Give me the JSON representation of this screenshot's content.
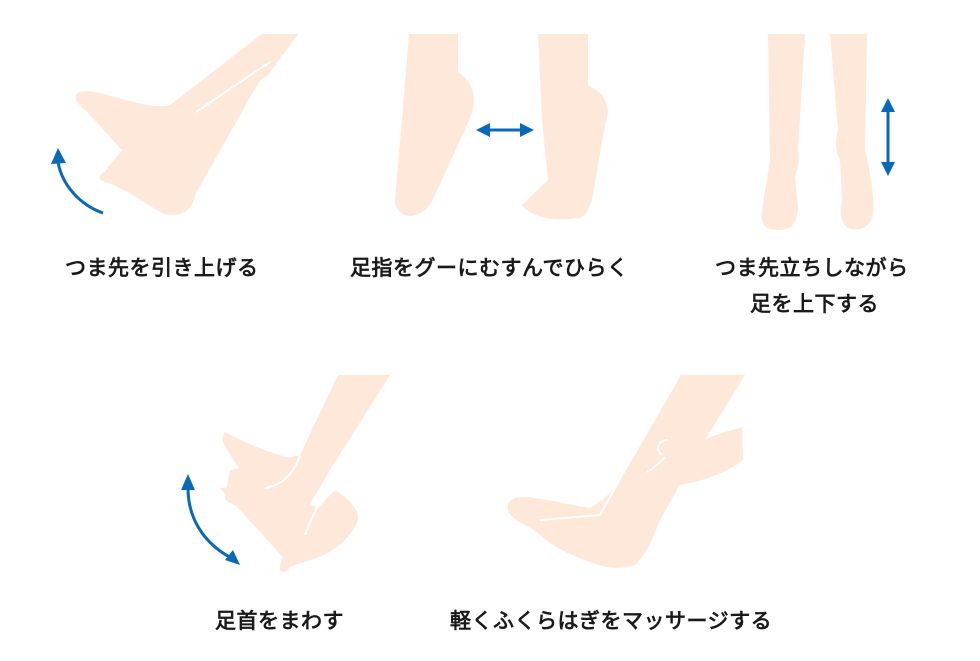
{
  "colors": {
    "skin": "#fde8da",
    "arrow": "#0a68b8",
    "text": "#1a1a1a",
    "background": "#ffffff"
  },
  "exercises": [
    {
      "id": "toe-raise",
      "caption": "つま先を引き上げる",
      "arrow": "curved-up-arrow"
    },
    {
      "id": "toe-grip",
      "caption": "足指をグーにむすんでひらく",
      "arrow": "horizontal-double-arrow"
    },
    {
      "id": "tiptoe",
      "caption_line1": "つま先立ちしながら",
      "caption_line2": "足を上下する",
      "arrow": "vertical-double-arrow"
    },
    {
      "id": "ankle-rotate",
      "caption": "足首をまわす",
      "arrow": "curved-double-arrow"
    },
    {
      "id": "calf-massage",
      "caption": "軽くふくらはぎをマッサージする",
      "arrow": "none"
    }
  ]
}
